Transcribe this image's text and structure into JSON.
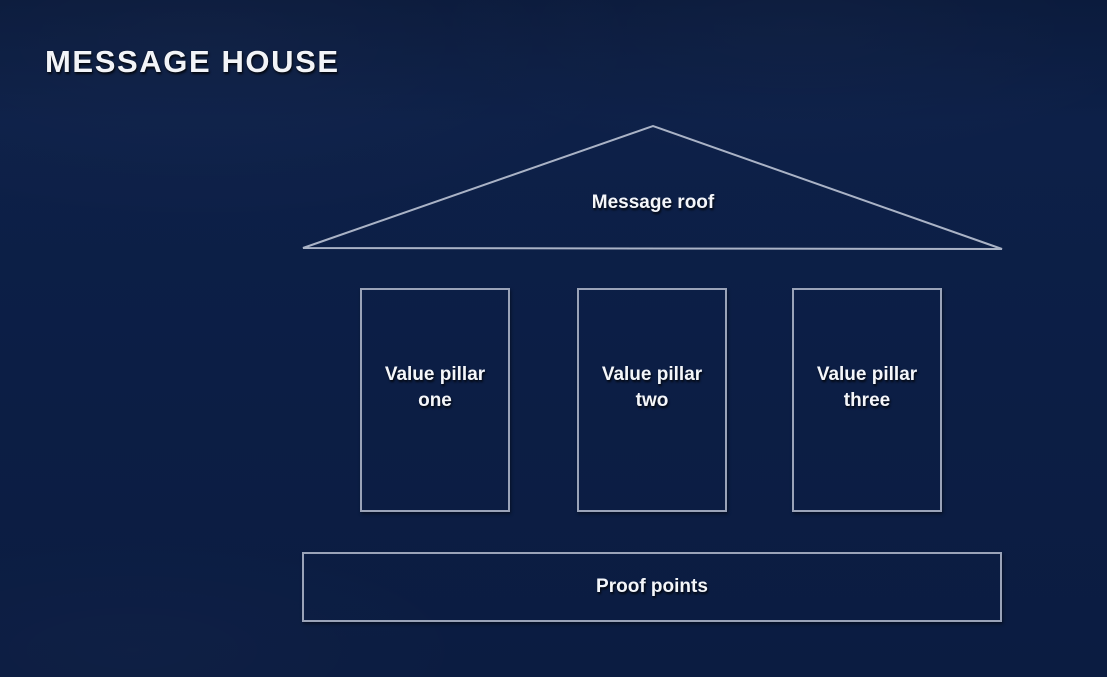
{
  "slide": {
    "title": "MESSAGE HOUSE",
    "background_color": "#0c1e45",
    "stroke_color": "#9aa3b8",
    "text_color": "#f4f6fa"
  },
  "diagram": {
    "roof": {
      "label": "Message roof",
      "shape": "triangle"
    },
    "pillars": [
      {
        "label": "Value pillar one",
        "line1": "Value pillar",
        "line2": "one"
      },
      {
        "label": "Value pillar two",
        "line1": "Value pillar",
        "line2": "two"
      },
      {
        "label": "Value pillar three",
        "line1": "Value pillar",
        "line2": "three"
      }
    ],
    "foundation": {
      "label": "Proof points"
    }
  }
}
